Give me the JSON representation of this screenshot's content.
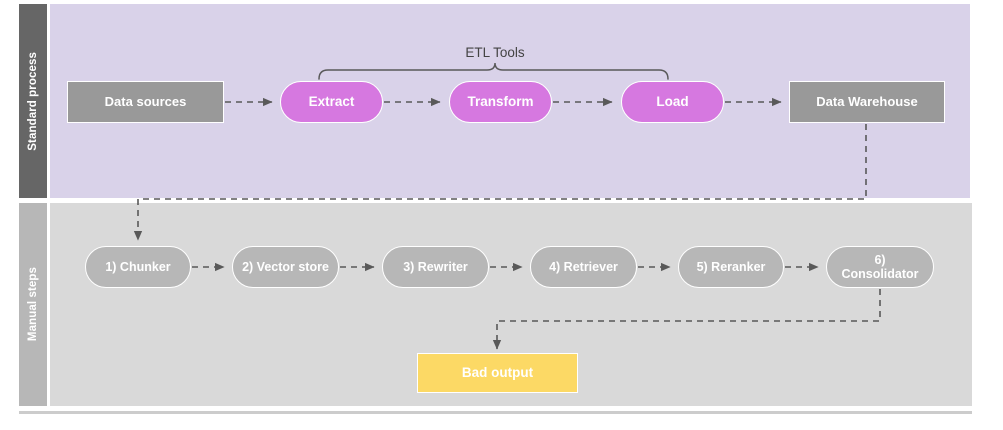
{
  "diagram": {
    "title_visible": false,
    "colors": {
      "standard_lane_bg": "#d9d2e9",
      "standard_lane_header": "#666666",
      "manual_lane_bg": "#d9d9d9",
      "manual_lane_header": "#b7b7b7",
      "gray_node": "#999999",
      "purple_node": "#d678e0",
      "gray_pill": "#b7b7b7",
      "yellow_node": "#fcd965",
      "connector": "#595959",
      "page_bg": "#ffffff"
    },
    "lanes": [
      {
        "id": "standard",
        "label": "Standard process"
      },
      {
        "id": "manual",
        "label": "Manual steps"
      }
    ],
    "annotations": [
      {
        "id": "etl-brace",
        "label": "ETL Tools"
      }
    ],
    "standard_nodes": [
      {
        "id": "data-sources",
        "label": "Data sources",
        "shape": "rect"
      },
      {
        "id": "extract",
        "label": "Extract",
        "shape": "pill"
      },
      {
        "id": "transform",
        "label": "Transform",
        "shape": "pill"
      },
      {
        "id": "load",
        "label": "Load",
        "shape": "pill"
      },
      {
        "id": "data-warehouse",
        "label": "Data Warehouse",
        "shape": "rect"
      }
    ],
    "manual_nodes": [
      {
        "id": "chunker",
        "label": "1) Chunker",
        "shape": "pill"
      },
      {
        "id": "vector-store",
        "label": "2) Vector store",
        "shape": "pill"
      },
      {
        "id": "rewriter",
        "label": "3) Rewriter",
        "shape": "pill"
      },
      {
        "id": "retriever",
        "label": "4) Retriever",
        "shape": "pill"
      },
      {
        "id": "reranker",
        "label": "5) Reranker",
        "shape": "pill"
      },
      {
        "id": "consolidator",
        "label": "6) Consolidator",
        "shape": "pill"
      }
    ],
    "output_nodes": [
      {
        "id": "bad-output",
        "label": "Bad output",
        "shape": "rect"
      }
    ],
    "edges": [
      {
        "from": "data-sources",
        "to": "extract",
        "style": "dashed"
      },
      {
        "from": "extract",
        "to": "transform",
        "style": "dashed"
      },
      {
        "from": "transform",
        "to": "load",
        "style": "dashed"
      },
      {
        "from": "load",
        "to": "data-warehouse",
        "style": "dashed"
      },
      {
        "from": "data-warehouse",
        "to": "chunker",
        "style": "dashed"
      },
      {
        "from": "chunker",
        "to": "vector-store",
        "style": "dashed"
      },
      {
        "from": "vector-store",
        "to": "rewriter",
        "style": "dashed"
      },
      {
        "from": "rewriter",
        "to": "retriever",
        "style": "dashed"
      },
      {
        "from": "retriever",
        "to": "reranker",
        "style": "dashed"
      },
      {
        "from": "reranker",
        "to": "consolidator",
        "style": "dashed"
      },
      {
        "from": "consolidator",
        "to": "bad-output",
        "style": "dashed"
      }
    ]
  }
}
